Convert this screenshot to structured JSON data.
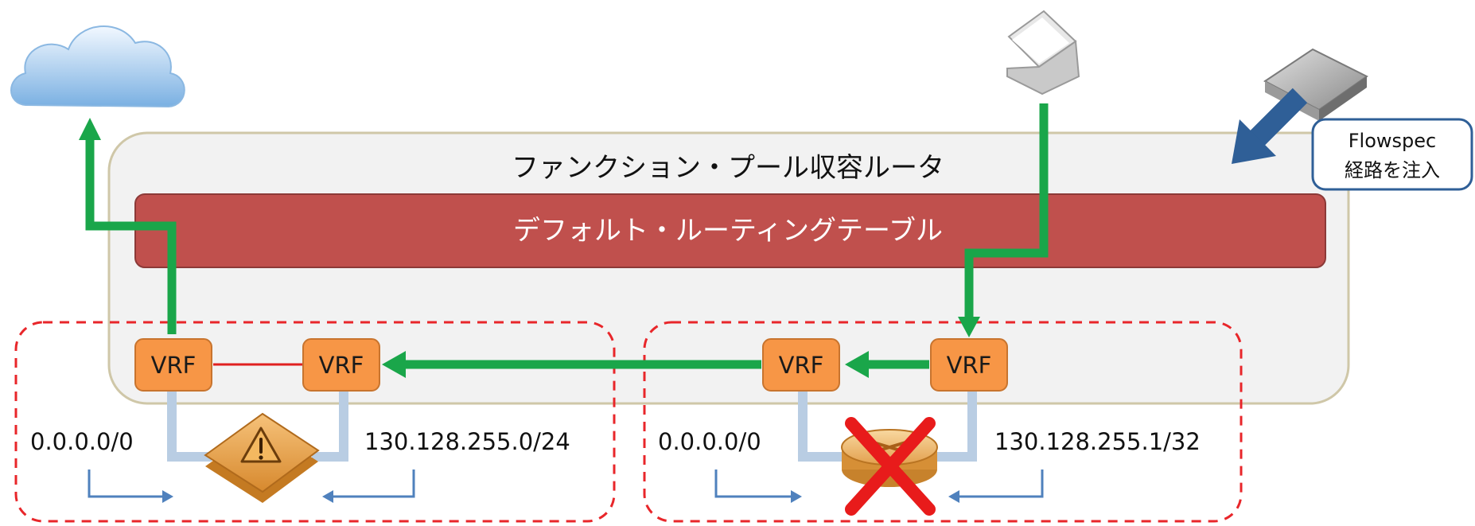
{
  "router": {
    "title": "ファンクション・プール収容ルータ"
  },
  "routing_table": {
    "label": "デフォルト・ルーティングテーブル"
  },
  "vrf": {
    "label": "VRF"
  },
  "left_group": {
    "route_left": "0.0.0.0/0",
    "route_right": "130.128.255.0/24"
  },
  "right_group": {
    "route_left": "0.0.0.0/0",
    "route_right": "130.128.255.1/32"
  },
  "callout": {
    "line1": "Flowspec",
    "line2": "経路を注入"
  },
  "icons": {
    "internet": "cloud-icon",
    "source": "laptop-icon",
    "controller": "server-icon",
    "function": "firewall-warning-icon",
    "failed": "router-failed-icon"
  },
  "colors": {
    "green_path": "#1aa64a",
    "routing_table": "#c0504d",
    "vrf": "#f79646",
    "vrf_border": "#c8742e",
    "group_border": "#e8262a",
    "router_border": "#cfc7a8",
    "connector": "#b9cde3",
    "arrow_blue": "#4f81bd",
    "inject_arrow": "#2f5f97",
    "cross": "#e81b1b"
  }
}
